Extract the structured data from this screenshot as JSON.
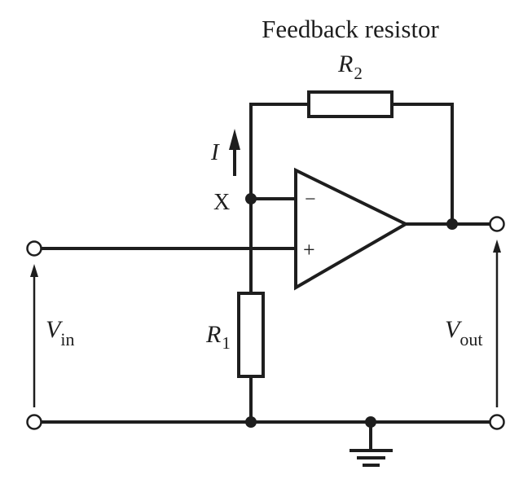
{
  "title": "Feedback resistor",
  "labels": {
    "r2": "R",
    "r2_sub": "2",
    "r1": "R",
    "r1_sub": "1",
    "current": "I",
    "node_x": "X",
    "minus": "−",
    "plus": "+",
    "vin": "V",
    "vin_sub": "in",
    "vout": "V",
    "vout_sub": "out"
  },
  "colors": {
    "ink": "#1e1e1e",
    "background": "#ffffff"
  }
}
